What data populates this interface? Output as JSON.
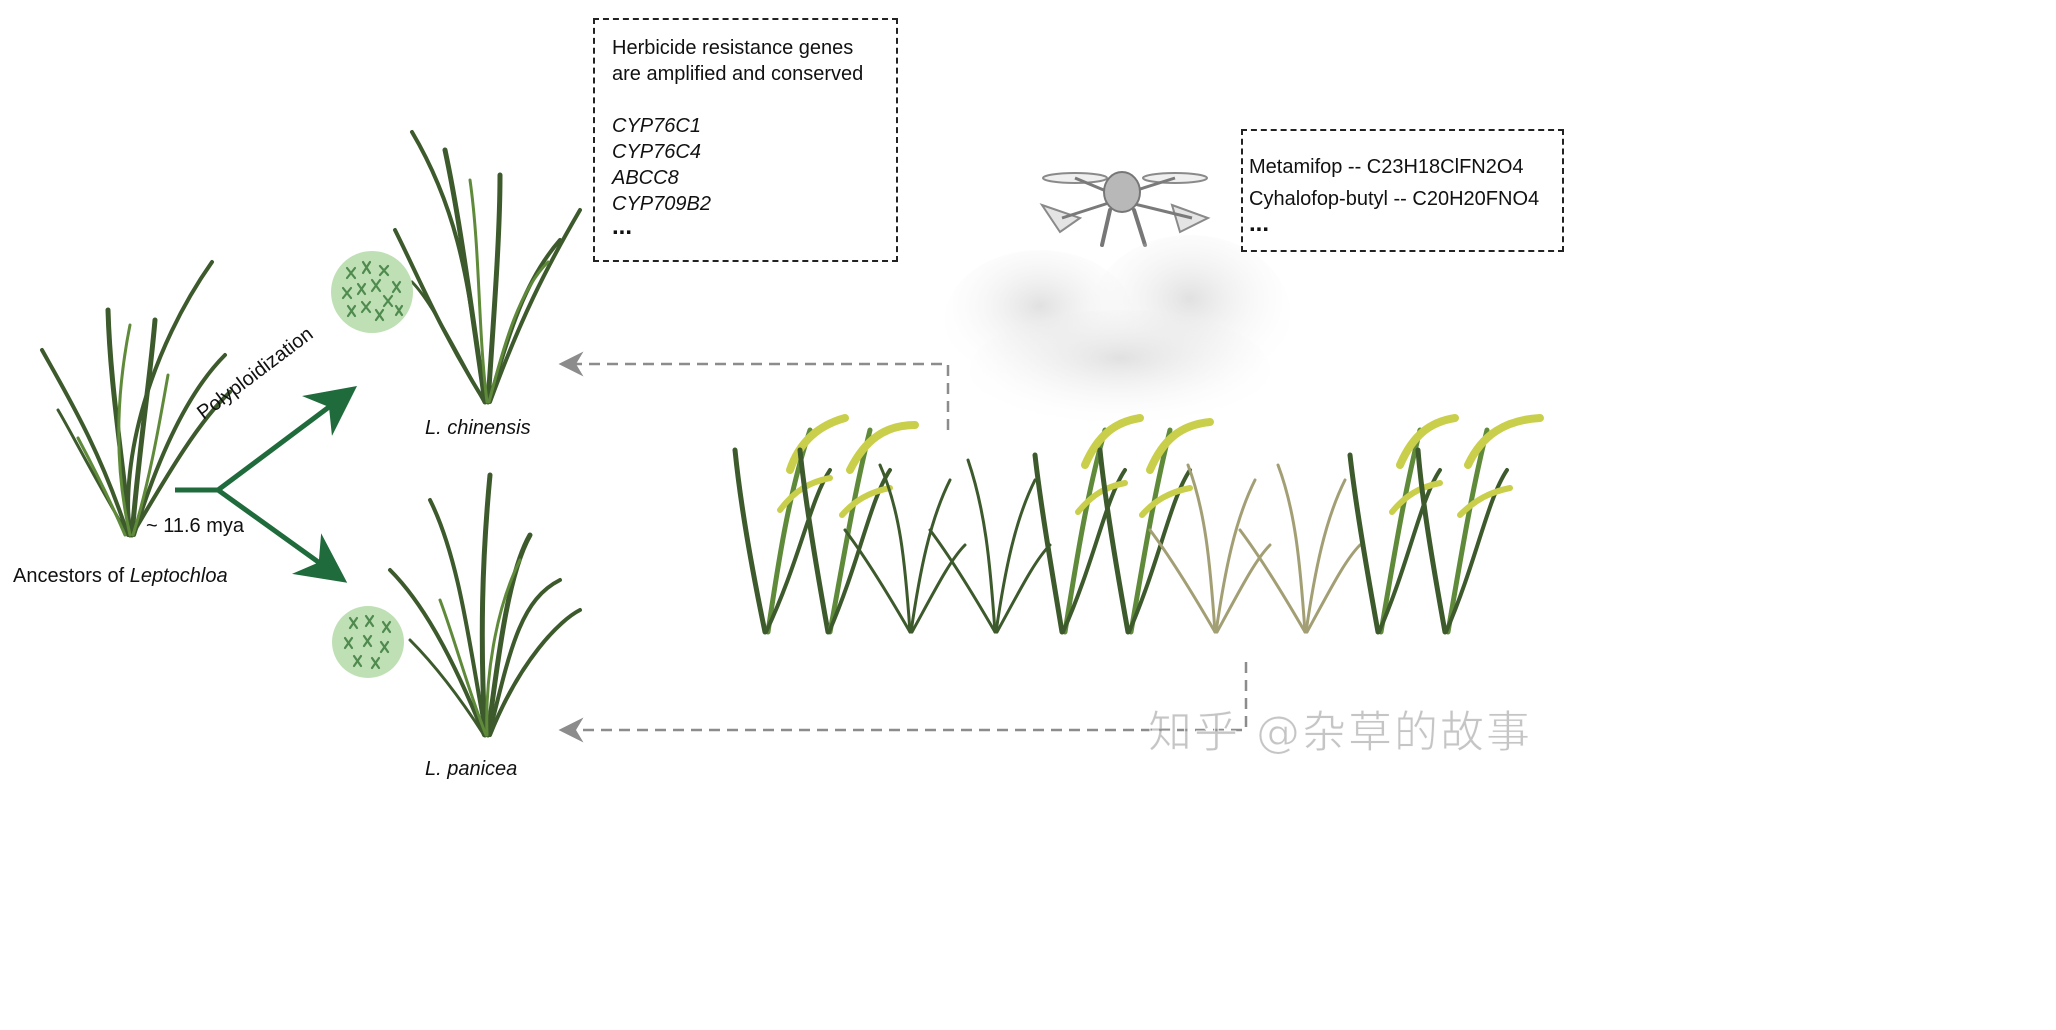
{
  "ancestor": {
    "label_prefix": "Ancestors of ",
    "label_genus": "Leptochloa",
    "age": "~ 11.6 mya"
  },
  "process": {
    "label": "Polyploidization"
  },
  "species": [
    {
      "name": "L. chinensis"
    },
    {
      "name": "L. panicea"
    }
  ],
  "genes_box": {
    "heading_lines": [
      "Herbicide resistance genes",
      "are amplified and conserved"
    ],
    "genes": [
      "CYP76C1",
      "CYP76C4",
      "ABCC8",
      "CYP709B2"
    ],
    "ellipsis": "..."
  },
  "herbicide_box": {
    "items": [
      "Metamifop -- C23H18ClFN2O4",
      "Cyhalofop-butyl -- C20H20FNO4"
    ],
    "ellipsis": "..."
  },
  "watermark": "知乎 @杂草的故事",
  "colors": {
    "arrow_green": "#1f6b3c",
    "grass_dark": "#3d5a2c",
    "grass_mid": "#5f8a3a",
    "rice_panicle": "#c9cf4a",
    "chromosome_bg": "#bfe0b4",
    "chromosome": "#4f8a4f",
    "dashed_arrow": "#8c8c8c",
    "withered": "#a39f74"
  },
  "icons": [
    "drone-icon",
    "chromosome-circle-icon",
    "grass-plant-icon",
    "rice-plant-icon"
  ]
}
